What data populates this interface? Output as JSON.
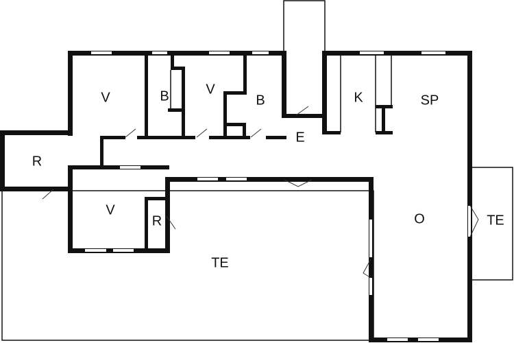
{
  "rooms": {
    "v1": "V",
    "b1": "B",
    "v2": "V",
    "b2": "B",
    "k": "K",
    "sp": "SP",
    "r_left": "R",
    "e": "E",
    "v3": "V",
    "r_small": "R",
    "o": "O",
    "te_right": "TE",
    "te_main": "TE"
  },
  "colors": {
    "wall": "#111111",
    "background": "#ffffff"
  }
}
